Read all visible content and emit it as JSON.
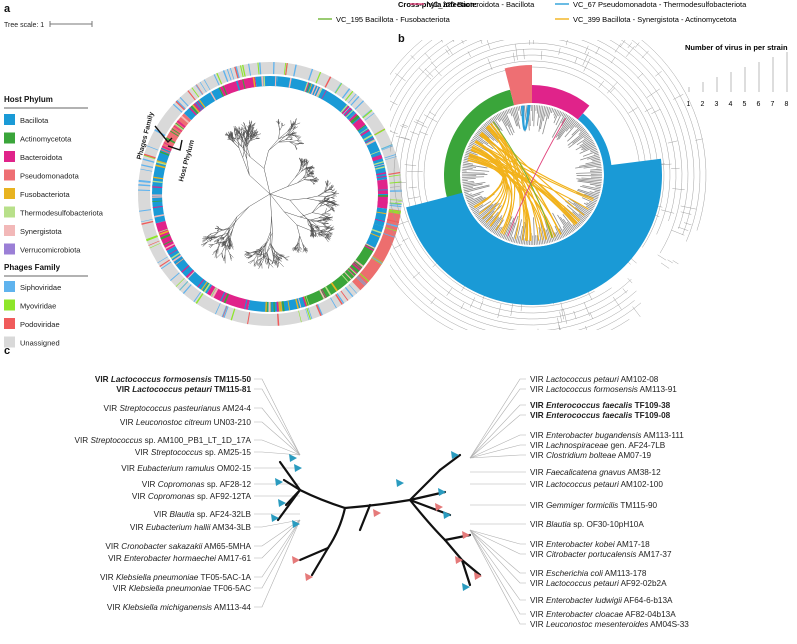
{
  "panel_a": {
    "letter": "a",
    "tree_scale": "Tree scale: 1",
    "arrow_labels": {
      "phages_family": "Phages Family",
      "host_phylum": "Host Phylum"
    },
    "host_phylum_legend": {
      "title": "Host Phylum",
      "items": [
        {
          "label": "Bacillota",
          "color": "#1a9ad6"
        },
        {
          "label": "Actinomycetota",
          "color": "#3aa53a"
        },
        {
          "label": "Bacteroidota",
          "color": "#e0238a"
        },
        {
          "label": "Pseudomonadota",
          "color": "#ee6f73"
        },
        {
          "label": "Fusobacteriota",
          "color": "#e8b320"
        },
        {
          "label": "Thermodesulfobacteriota",
          "color": "#b8e08a"
        },
        {
          "label": "Synergistota",
          "color": "#f2b8b8"
        },
        {
          "label": "Verrucomicrobiota",
          "color": "#9b7fd6"
        }
      ]
    },
    "phage_family_legend": {
      "title": "Phages Family",
      "items": [
        {
          "label": "Siphoviridae",
          "color": "#5fb3ee"
        },
        {
          "label": "Myoviridae",
          "color": "#8ee62a"
        },
        {
          "label": "Podoviridae",
          "color": "#f05b5b"
        },
        {
          "label": "Unassigned",
          "color": "#d9d9d9"
        }
      ]
    }
  },
  "panel_b": {
    "letter": "b",
    "cross_phyla": {
      "title": "Cross-phyla infection:",
      "items": [
        {
          "label": "VC_220 Bacteroidota - Bacillota",
          "color": "#e0407a"
        },
        {
          "label": "VC_67 Pseudomonadota - Thermodesulfobacteriota",
          "color": "#2b9fd8"
        },
        {
          "label": "VC_195 Bacillota - Fusobacteriota",
          "color": "#6fb536"
        },
        {
          "label": "VC_399 Bacillota - Synergistota - Actinomycetota",
          "color": "#f2b21b"
        }
      ]
    },
    "virus_count": {
      "title": "Number of virus in per strain",
      "values": [
        "1",
        "2",
        "3",
        "4",
        "5",
        "6",
        "7",
        "8"
      ]
    }
  },
  "panel_c": {
    "letter": "c",
    "left_labels": [
      {
        "prefix": "VIR ",
        "name": "Lactococcus formosensis",
        "suffix": " TM115-50",
        "color": "#f0a050"
      },
      {
        "prefix": "VIR ",
        "name": "Lactococcus petauri",
        "suffix": " TM115-81",
        "color": "#f0a050"
      },
      {
        "prefix": "VIR ",
        "name": "Streptococcus pasteurianus",
        "suffix": " AM24-4",
        "color": "#222222"
      },
      {
        "prefix": "VIR ",
        "name": "Leuconostoc citreum",
        "suffix": " UN03-210",
        "color": "#222222"
      },
      {
        "prefix": "VIR ",
        "name": "Streptococcus",
        "suffix": " sp. AM100_PB1_LT_1D_17A",
        "color": "#222222"
      },
      {
        "prefix": "VIR ",
        "name": "Streptococcus",
        "suffix": " sp. AM25-15",
        "color": "#222222"
      },
      {
        "prefix": "VIR ",
        "name": "Eubacterium ramulus",
        "suffix": " OM02-15",
        "color": "#222222"
      },
      {
        "prefix": "VIR ",
        "name": "Copromonas",
        "suffix": " sp. AF28-12",
        "color": "#222222"
      },
      {
        "prefix": "VIR ",
        "name": "Copromonas",
        "suffix": " sp. AF92-12TA",
        "color": "#222222"
      },
      {
        "prefix": "VIR ",
        "name": "Blautia",
        "suffix": " sp. AF24-32LB",
        "color": "#222222"
      },
      {
        "prefix": "VIR ",
        "name": "Eubacterium hallii",
        "suffix": " AM34-3LB",
        "color": "#222222"
      },
      {
        "prefix": "VIR ",
        "name": "Cronobacter sakazakii",
        "suffix": " AM65-5MHA",
        "color": "#222222"
      },
      {
        "prefix": "VIR ",
        "name": "Enterobacter hormaechei",
        "suffix": " AM17-61",
        "color": "#222222"
      },
      {
        "prefix": "VIR ",
        "name": "Klebsiella pneumoniae",
        "suffix": " TF05-5AC-1A",
        "color": "#222222"
      },
      {
        "prefix": "VIR ",
        "name": "Klebsiella pneumoniae",
        "suffix": " TF06-5AC",
        "color": "#222222"
      },
      {
        "prefix": "VIR ",
        "name": "Klebsiella michiganensis",
        "suffix": " AM113-44",
        "color": "#222222"
      }
    ],
    "right_labels": [
      {
        "prefix": "VIR ",
        "name": "Lactococcus petauri",
        "suffix": " AM102-08",
        "color": "#222222"
      },
      {
        "prefix": "VIR ",
        "name": "Lactococcus formosensis",
        "suffix": " AM113-91",
        "color": "#222222"
      },
      {
        "prefix": "VIR ",
        "name": "Enterococcus faecalis",
        "suffix": " TF109-38",
        "color": "#86c440"
      },
      {
        "prefix": "VIR ",
        "name": "Enterococcus faecalis",
        "suffix": " TF109-08",
        "color": "#86c440"
      },
      {
        "prefix": "VIR ",
        "name": "Enterobacter bugandensis",
        "suffix": " AM113-111",
        "color": "#222222"
      },
      {
        "prefix": "VIR ",
        "name": "Lachnospiraceae",
        "suffix": " gen. AF24-7LB",
        "color": "#222222"
      },
      {
        "prefix": "VIR ",
        "name": "Clostridium bolteae",
        "suffix": " AM07-19",
        "color": "#222222"
      },
      {
        "prefix": "VIR ",
        "name": "Faecalicatena gnavus",
        "suffix": " AM38-12",
        "color": "#222222"
      },
      {
        "prefix": "VIR ",
        "name": "Lactococcus petauri",
        "suffix": " AM102-100",
        "color": "#222222"
      },
      {
        "prefix": "VIR ",
        "name": "Gemmiger formicilis",
        "suffix": " TM115-90",
        "color": "#222222"
      },
      {
        "prefix": "VIR ",
        "name": "Blautia",
        "suffix": " sp. OF30-10pH10A",
        "color": "#222222"
      },
      {
        "prefix": "VIR ",
        "name": "Enterobacter kobei",
        "suffix": " AM17-18",
        "color": "#222222"
      },
      {
        "prefix": "VIR ",
        "name": "Citrobacter portucalensis",
        "suffix": " AM17-37",
        "color": "#222222"
      },
      {
        "prefix": "VIR ",
        "name": "Escherichia coli",
        "suffix": " AM113-178",
        "color": "#222222"
      },
      {
        "prefix": "VIR ",
        "name": "Lactococcus petauri",
        "suffix": " AF92-02b2A",
        "color": "#222222"
      },
      {
        "prefix": "VIR ",
        "name": "Enterobacter ludwigii",
        "suffix": " AF64-6-b13A",
        "color": "#222222"
      },
      {
        "prefix": "VIR ",
        "name": "Enterobacter cloacae",
        "suffix": " AF82-04b13A",
        "color": "#222222"
      },
      {
        "prefix": "VIR ",
        "name": "Leuconostoc mesenteroides",
        "suffix": " AM04S-33",
        "color": "#222222"
      }
    ]
  }
}
